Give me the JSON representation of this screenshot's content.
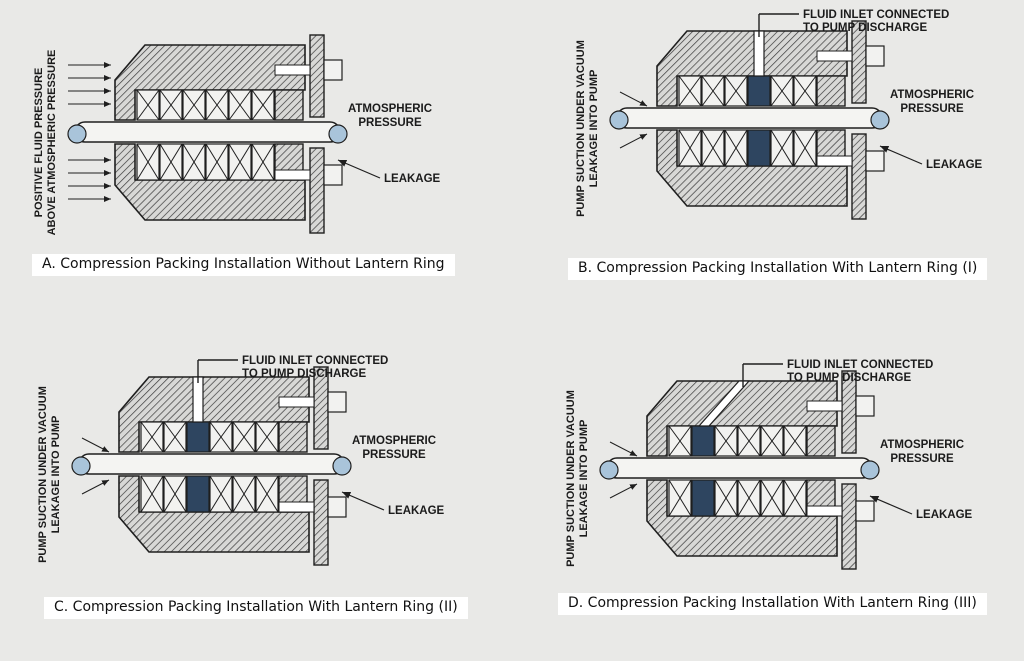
{
  "panels": [
    {
      "id": "A",
      "caption": "A. Compression Packing Installation Without Lantern Ring",
      "side_label": [
        "POSITIVE FLUID PRESSURE",
        "ABOVE ATMOSPHERIC PRESSURE"
      ],
      "atmospheric": [
        "ATMOSPHERIC",
        "PRESSURE"
      ],
      "leakage": "LEAKAGE",
      "lantern": "none",
      "inlet": []
    },
    {
      "id": "B",
      "caption": "B. Compression Packing Installation With Lantern Ring (I)",
      "side_label": [
        "PUMP SUCTION UNDER VACUUM",
        "LEAKAGE INTO PUMP"
      ],
      "atmospheric": [
        "ATMOSPHERIC",
        "PRESSURE"
      ],
      "leakage": "LEAKAGE",
      "lantern": "middle",
      "inlet": [
        "FLUID INLET CONNECTED",
        "TO PUMP DISCHARGE"
      ]
    },
    {
      "id": "C",
      "caption": "C. Compression Packing Installation With Lantern Ring (II)",
      "side_label": [
        "PUMP SUCTION UNDER VACUUM",
        "LEAKAGE INTO PUMP"
      ],
      "atmospheric": [
        "ATMOSPHERIC",
        "PRESSURE"
      ],
      "leakage": "LEAKAGE",
      "lantern": "second",
      "inlet": [
        "FLUID INLET CONNECTED",
        "TO PUMP DISCHARGE"
      ]
    },
    {
      "id": "D",
      "caption": "D. Compression Packing Installation With Lantern Ring (III)",
      "side_label": [
        "PUMP SUCTION UNDER VACUUM",
        "LEAKAGE INTO PUMP"
      ],
      "atmospheric": [
        "ATMOSPHERIC",
        "PRESSURE"
      ],
      "leakage": "LEAKAGE",
      "lantern": "first",
      "inlet": [
        "FLUID INLET CONNECTED",
        "TO PUMP DISCHARGE"
      ]
    }
  ],
  "colors": {
    "paper": "#e9e9e7",
    "line": "#1f1f1f",
    "hatch": "#3a3a3a",
    "shaft": "#f4f4f2",
    "shaft_end": "#a9c4da",
    "lantern": "#2e4560"
  }
}
